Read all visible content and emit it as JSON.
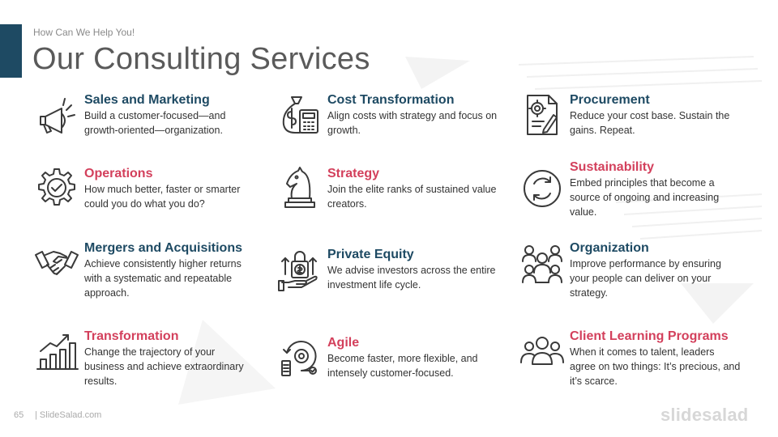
{
  "header": {
    "subtitle": "How Can We Help You!",
    "title": "Our Consulting Services"
  },
  "services": [
    {
      "name": "Sales and Marketing",
      "desc": "Build a customer-focused—and growth-oriented—organization.",
      "icon": "megaphone-icon",
      "color": "#1e4a63"
    },
    {
      "name": "Operations",
      "desc": "How much better, faster or smarter could you do what you do?",
      "icon": "gear-check-icon",
      "color": "#d3405c"
    },
    {
      "name": "Mergers and Acquisitions",
      "desc": "Achieve consistently higher returns with a systematic and repeatable approach.",
      "icon": "handshake-icon",
      "color": "#1e4a63"
    },
    {
      "name": "Transformation",
      "desc": "Change the trajectory of your business and achieve extraordinary results.",
      "icon": "growth-chart-icon",
      "color": "#d3405c"
    },
    {
      "name": "Cost Transformation",
      "desc": "Align costs with strategy and focus on growth.",
      "icon": "money-bag-calculator-icon",
      "color": "#1e4a63"
    },
    {
      "name": "Strategy",
      "desc": "Join the elite ranks of sustained value creators.",
      "icon": "chess-knight-icon",
      "color": "#d3405c"
    },
    {
      "name": "Private Equity",
      "desc": "We advise investors across the entire investment life cycle.",
      "icon": "dollar-lock-hand-icon",
      "color": "#1e4a63"
    },
    {
      "name": "Agile",
      "desc": "Become faster, more flexible, and intensely customer-focused.",
      "icon": "agile-cycle-icon",
      "color": "#d3405c"
    },
    {
      "name": "Procurement",
      "desc": "Reduce your cost base. Sustain the gains. Repeat.",
      "icon": "procurement-document-icon",
      "color": "#1e4a63"
    },
    {
      "name": "Sustainability",
      "desc": "Embed principles that become a source of ongoing and increasing value.",
      "icon": "recycle-circle-icon",
      "color": "#d3405c"
    },
    {
      "name": "Organization",
      "desc": "Improve performance by ensuring your people can deliver on your strategy.",
      "icon": "organization-people-icon",
      "color": "#1e4a63"
    },
    {
      "name": "Client Learning Programs",
      "desc": "When it comes to talent, leaders agree on two things: It’s precious, and it’s scarce.",
      "icon": "group-people-icon",
      "color": "#d3405c"
    }
  ],
  "footer": {
    "page_number": "65",
    "source": "| SlideSalad.com",
    "brand": "slidesalad"
  }
}
